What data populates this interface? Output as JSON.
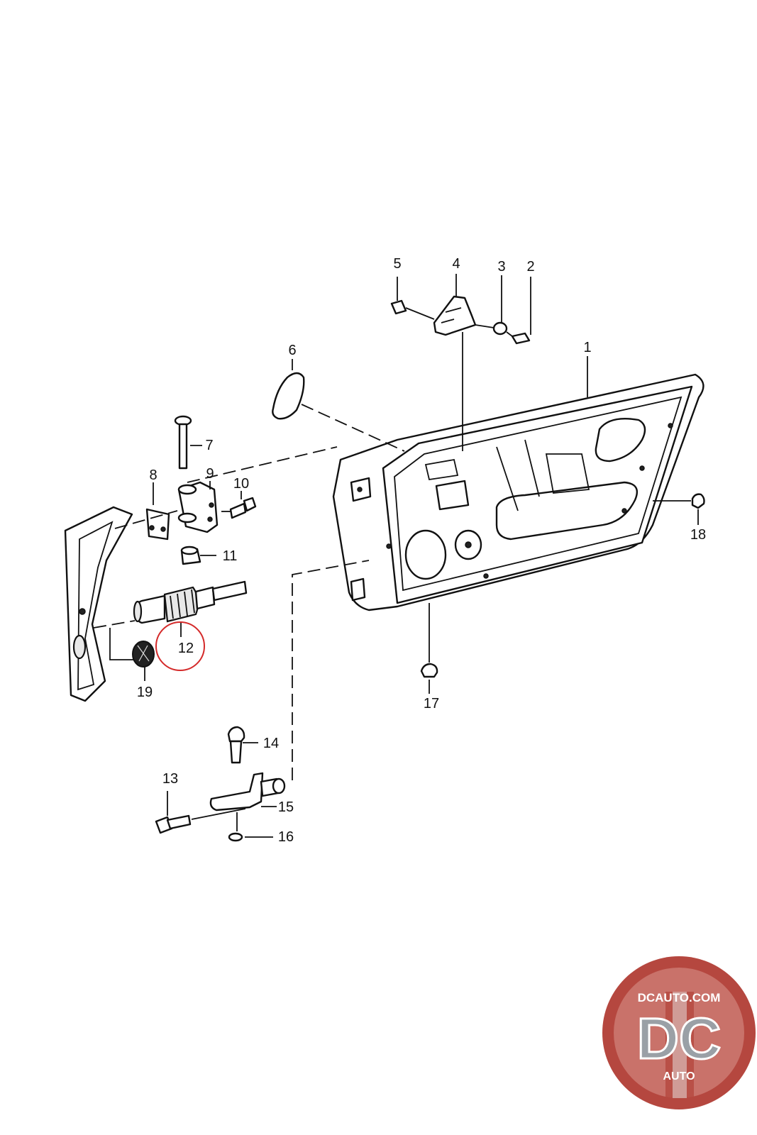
{
  "diagram": {
    "highlight_color": "#d42a2a",
    "highlighted_part": "12",
    "callouts": {
      "p1": "1",
      "p2": "2",
      "p3": "3",
      "p4": "4",
      "p5": "5",
      "p6": "6",
      "p7": "7",
      "p8": "8",
      "p9": "9",
      "p10": "10",
      "p11": "11",
      "p12": "12",
      "p13": "13",
      "p14": "14",
      "p15": "15",
      "p16": "16",
      "p17": "17",
      "p18": "18",
      "p19": "19"
    }
  },
  "watermark": {
    "top_text": "DCAUTO.COM",
    "mark": "DC",
    "bottom_text": "AUTO",
    "colors": {
      "ring": "#b5473f",
      "inner": "#c9726a",
      "letters": "#9aa0a6"
    }
  }
}
